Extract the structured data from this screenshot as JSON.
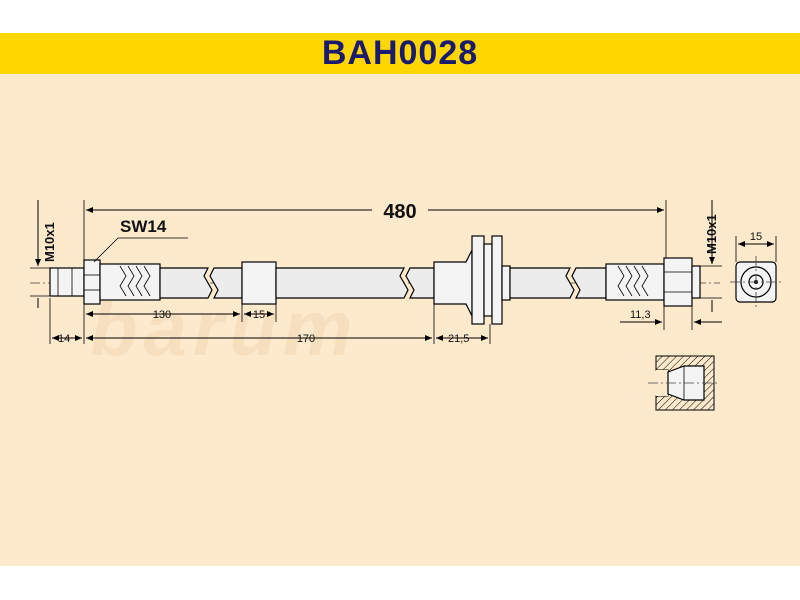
{
  "title": "BAH0028",
  "labels": {
    "overall_length": "480",
    "thread_left": "M10x1",
    "thread_right": "M10x1",
    "wrench_size": "SW14",
    "end_width": "15",
    "dim_14": "14",
    "dim_130": "130",
    "dim_15": "15",
    "dim_170": "170",
    "dim_21_5": "21,5",
    "dim_11_3": "11,3"
  },
  "watermark": "barum"
}
